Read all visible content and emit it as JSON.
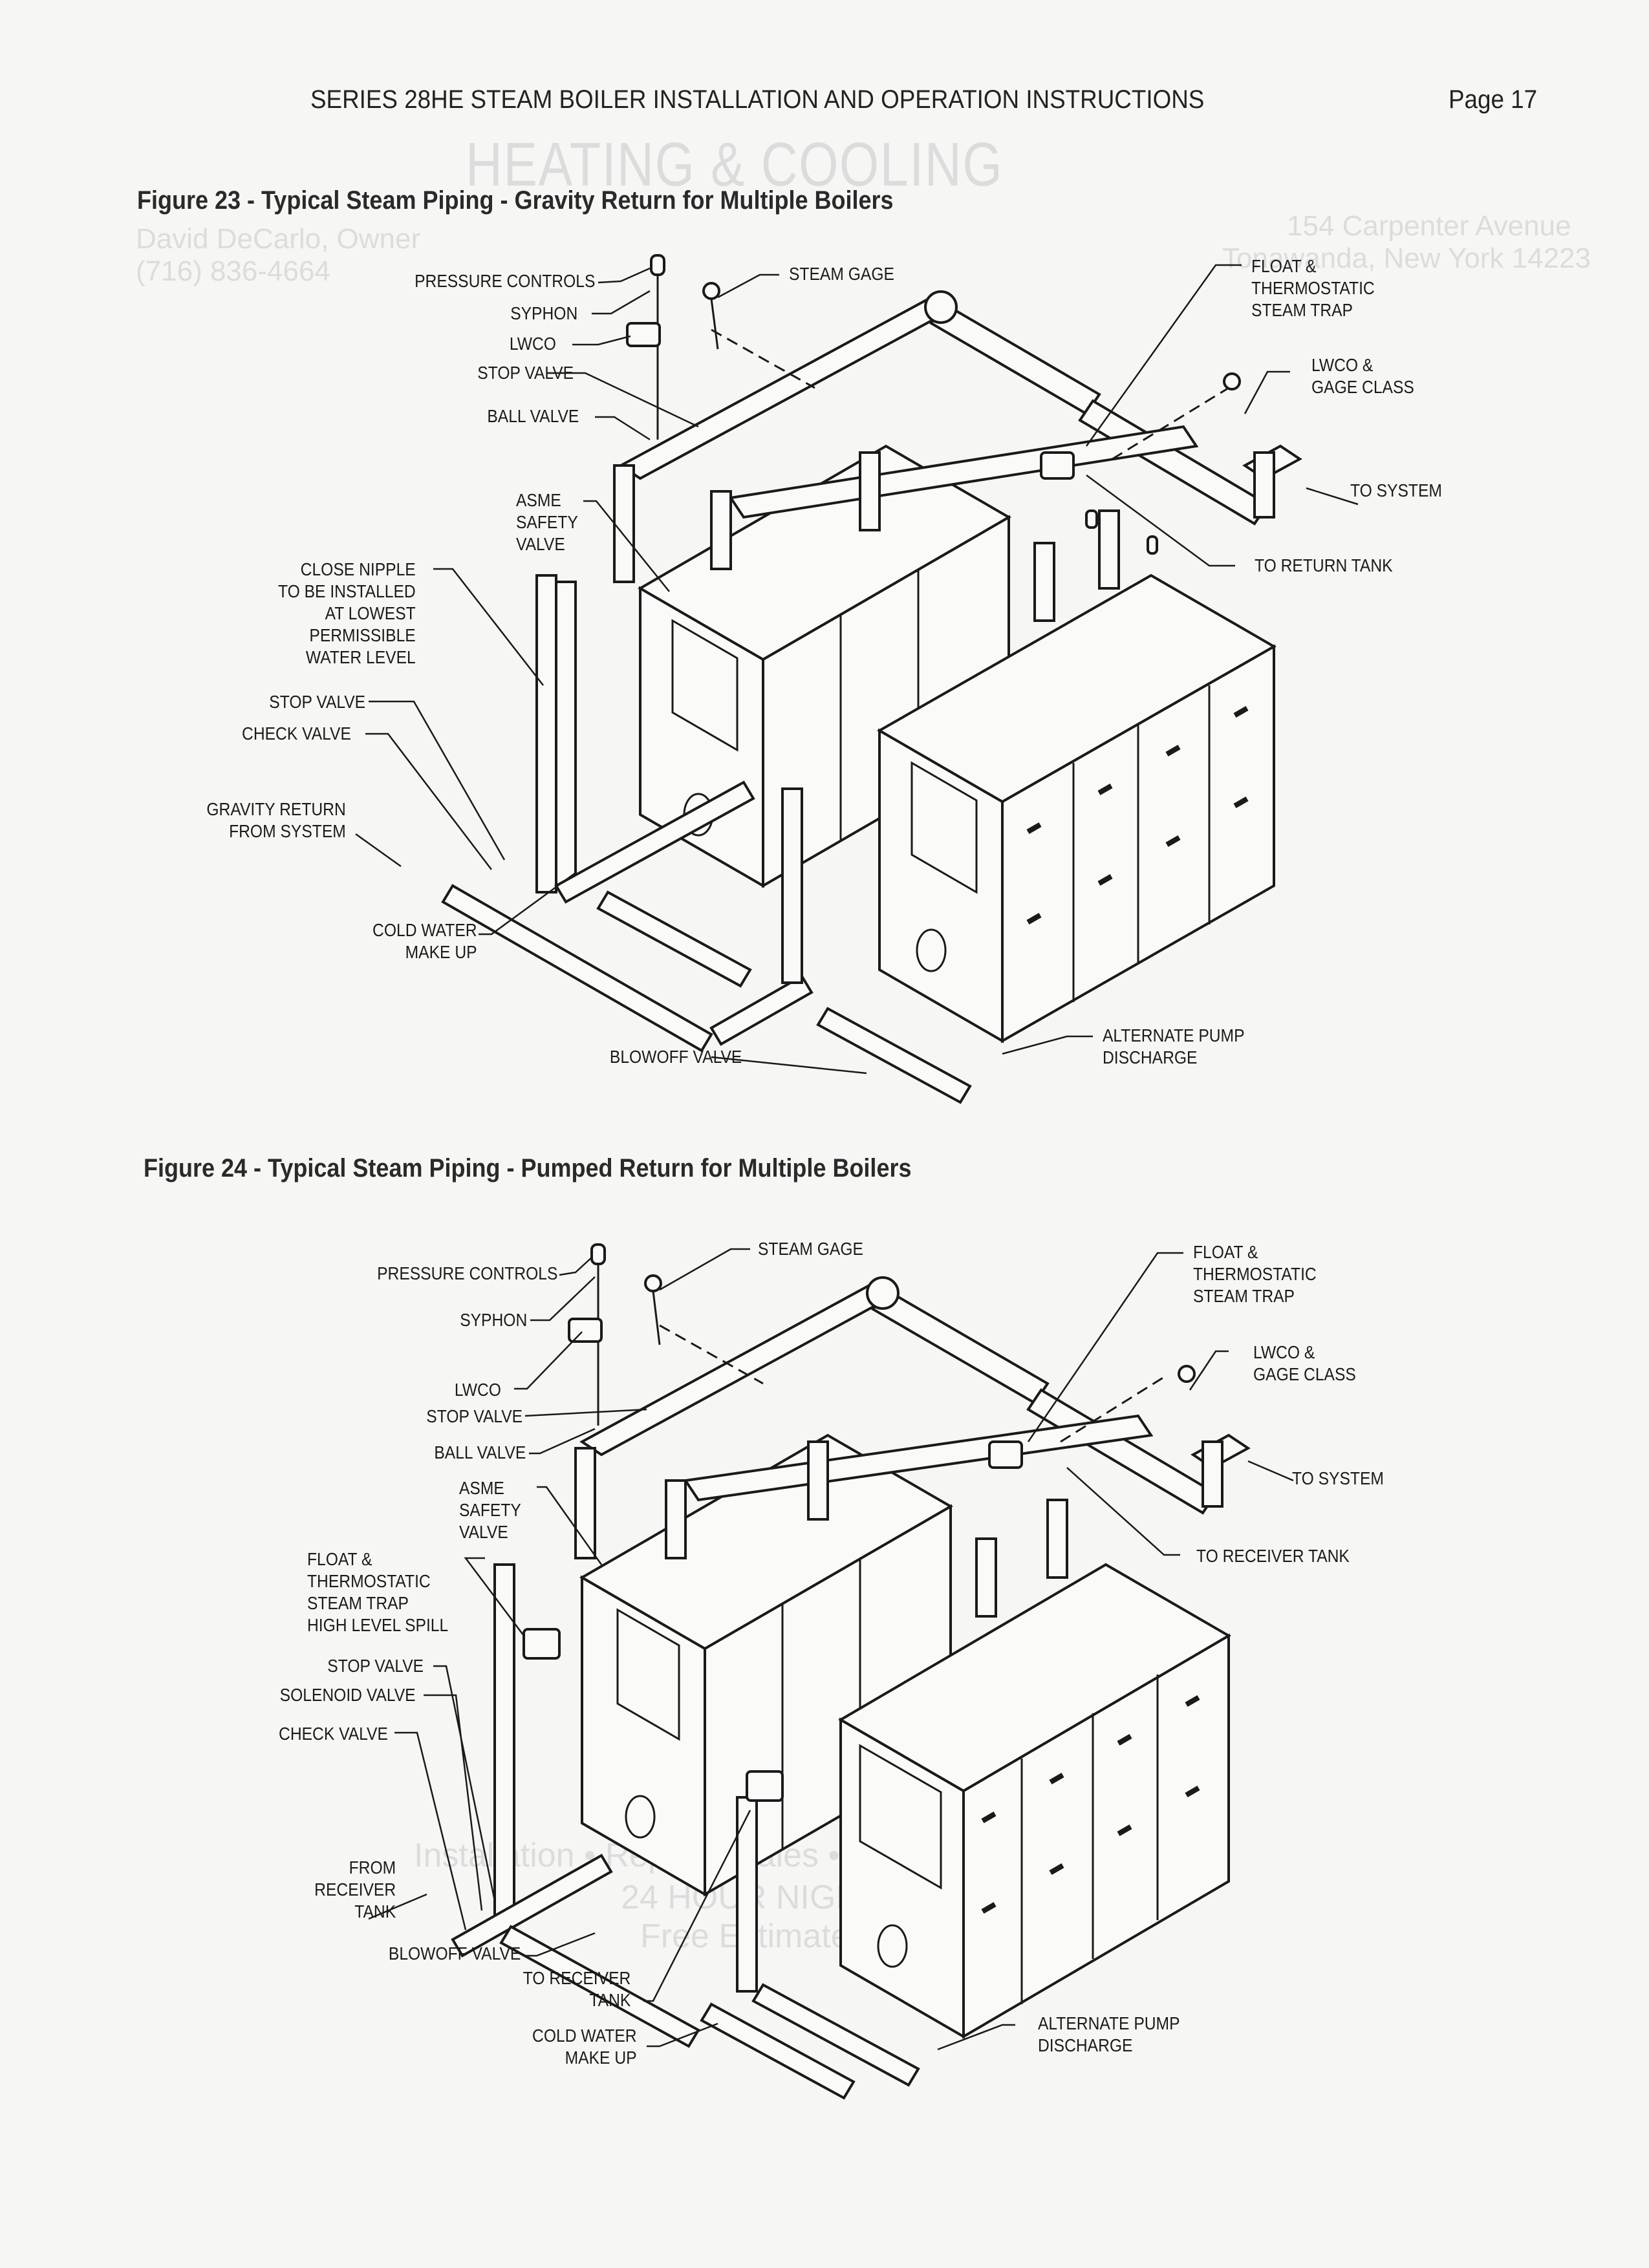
{
  "header": {
    "title": "SERIES 28HE STEAM BOILER INSTALLATION AND OPERATION INSTRUCTIONS",
    "page": "Page 17"
  },
  "watermark": {
    "company": "HEATING & COOLING",
    "owner": "David DeCarlo, Owner",
    "phone": "(716) 836-4664",
    "address_line1": "154 Carpenter Avenue",
    "address_line2": "Tonawanda, New York 14223",
    "services": "Installation • Repair • Sales • Residential • Commercial",
    "night_service": "24 HOUR NIGHT SERVICE",
    "estimates": "Free Estimates • Fully Insured"
  },
  "figures": [
    {
      "title": "Figure 23 - Typical Steam Piping - Gravity Return for Multiple Boilers",
      "labels": {
        "pressure_controls": "PRESSURE CONTROLS",
        "syphon": "SYPHON",
        "lwco": "LWCO",
        "stop_valve_top": "STOP VALVE",
        "ball_valve": "BALL VALVE",
        "steam_gage": "STEAM GAGE",
        "ft_steam_trap": "FLOAT &\nTHERMOSTATIC\nSTEAM TRAP",
        "lwco_gage_class": "LWCO &\nGAGE CLASS",
        "to_system": "TO SYSTEM",
        "to_return_tank": "TO RETURN TANK",
        "asme_safety_valve": "ASME\nSAFETY\nVALVE",
        "close_nipple": "CLOSE NIPPLE\nTO BE INSTALLED\nAT LOWEST\nPERMISSIBLE\nWATER LEVEL",
        "stop_valve_bottom": "STOP VALVE",
        "check_valve": "CHECK VALVE",
        "gravity_return": "GRAVITY RETURN\nFROM SYSTEM",
        "cold_water_make_up": "COLD WATER\nMAKE UP",
        "blowoff_valve": "BLOWOFF VALVE",
        "alternate_pump_discharge": "ALTERNATE PUMP\nDISCHARGE"
      }
    },
    {
      "title": "Figure 24 - Typical Steam Piping - Pumped Return for Multiple Boilers",
      "labels": {
        "pressure_controls": "PRESSURE CONTROLS",
        "syphon": "SYPHON",
        "lwco": "LWCO",
        "stop_valve_top": "STOP VALVE",
        "ball_valve": "BALL VALVE",
        "steam_gage": "STEAM GAGE",
        "ft_steam_trap": "FLOAT &\nTHERMOSTATIC\nSTEAM TRAP",
        "lwco_gage_class": "LWCO &\nGAGE CLASS",
        "to_system": "TO SYSTEM",
        "to_receiver_tank_top": "TO RECEIVER TANK",
        "asme_safety_valve": "ASME\nSAFETY\nVALVE",
        "ft_high_level_spill": "FLOAT &\nTHERMOSTATIC\nSTEAM TRAP\nHIGH LEVEL SPILL",
        "stop_valve_bottom": "STOP VALVE",
        "solenoid_valve": "SOLENOID VALVE",
        "check_valve": "CHECK VALVE",
        "from_receiver_tank": "FROM\nRECEIVER\nTANK",
        "blowoff_valve": "BLOWOFF VALVE",
        "to_receiver_tank_bottom": "TO RECEIVER\nTANK",
        "cold_water_make_up": "COLD WATER\nMAKE UP",
        "alternate_pump_discharge": "ALTERNATE PUMP\nDISCHARGE"
      }
    }
  ]
}
